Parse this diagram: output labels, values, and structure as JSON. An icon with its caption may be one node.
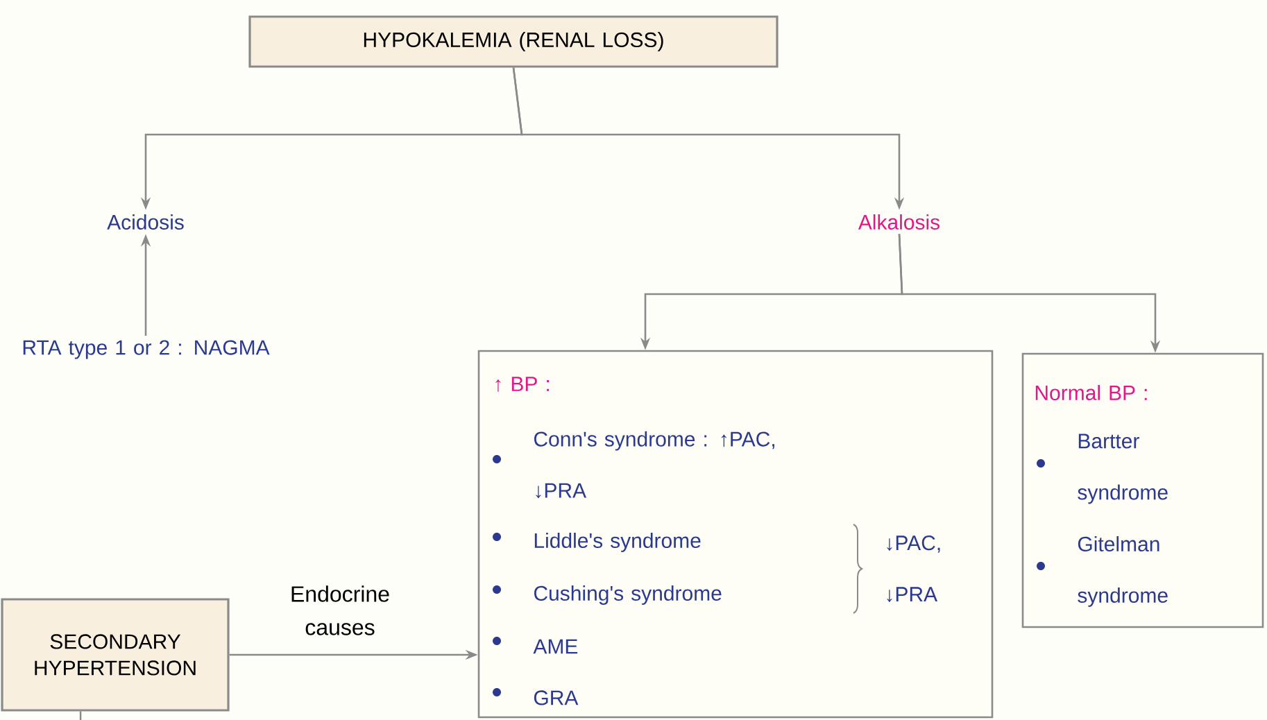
{
  "diagram": {
    "nodes": [
      {
        "text": [
          "HYPOKALEMIA (RENAL LOSS)"
        ]
      },
      {
        "text": [
          "Acidosis"
        ]
      },
      {
        "text": [
          "Alkalosis"
        ]
      },
      {
        "text": [
          "RTA type 1 or 2 : NAGMA"
        ]
      },
      {
        "text": [
          "↑ BP :",
          "Conn's syndrome : ↑PAC, ↓PRA",
          "Liddle's syndrome",
          "Cushing's syndrome",
          "↓PAC, ↓PRA",
          "AME",
          "GRA"
        ]
      },
      {
        "text": [
          "Normal BP :",
          "Bartter syndrome",
          "Gitelman syndrome"
        ]
      },
      {
        "text": [
          "SECONDARY HYPERTENSION"
        ]
      }
    ],
    "edges": [
      {
        "from": 0,
        "to": 1,
        "arrow": "to"
      },
      {
        "from": 0,
        "to": 2,
        "arrow": "to"
      },
      {
        "from": 3,
        "to": 1,
        "arrow": "to"
      },
      {
        "from": 2,
        "to": 4,
        "arrow": "to"
      },
      {
        "from": 2,
        "to": 5,
        "arrow": "to"
      },
      {
        "from": 6,
        "to": 4,
        "arrow": "to",
        "label": "Endocrine causes"
      },
      {
        "from": 6,
        "to": null,
        "arrow": "none"
      }
    ]
  }
}
